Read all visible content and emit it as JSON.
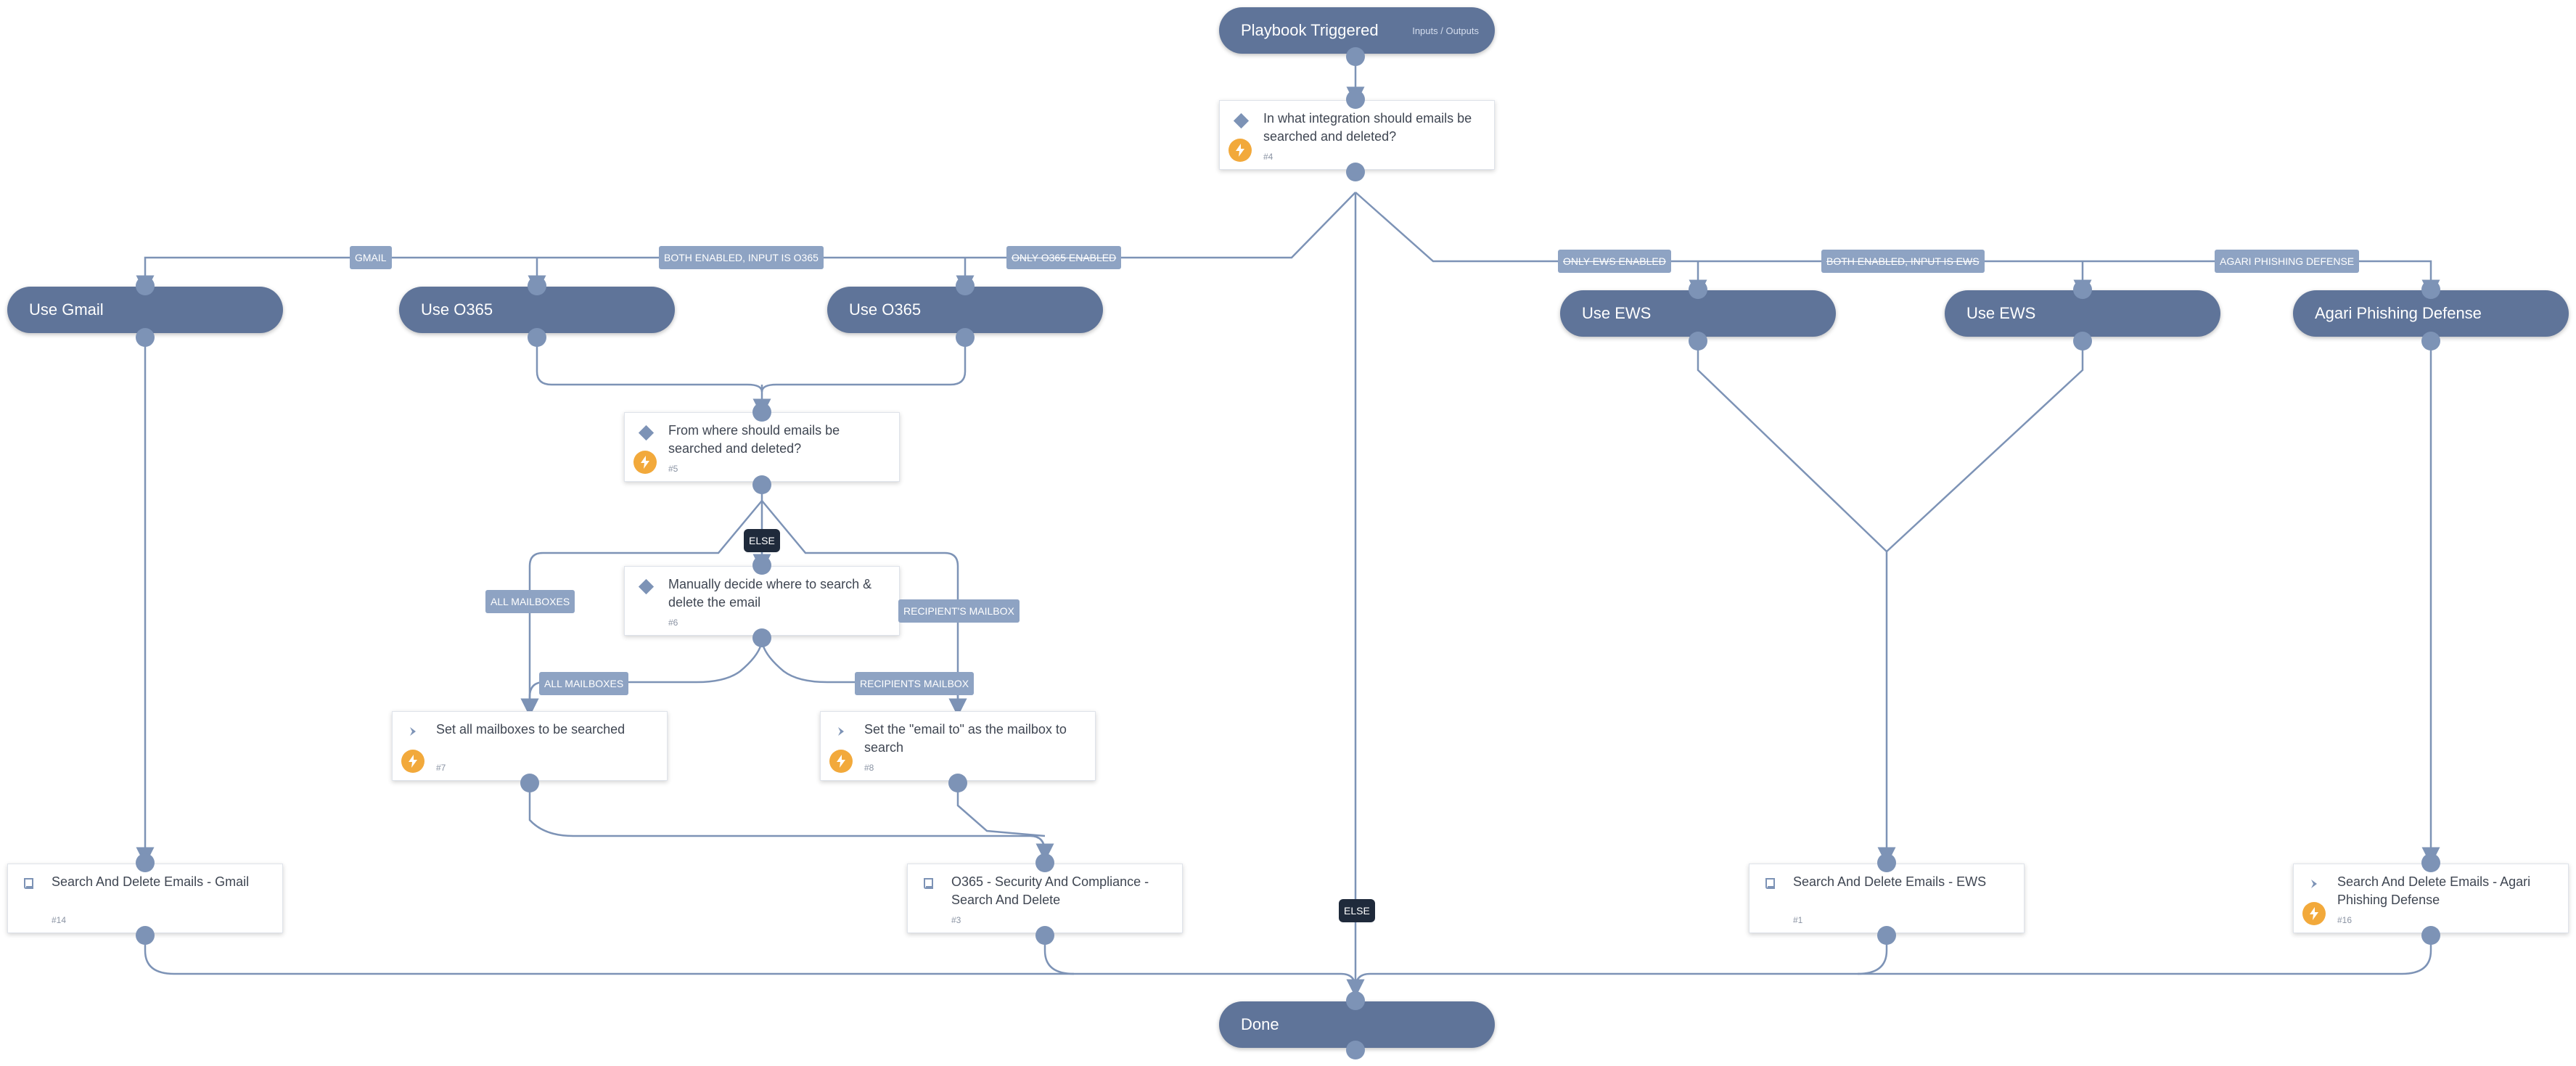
{
  "diagram": {
    "start": {
      "label": "Playbook Triggered",
      "extra": "Inputs / Outputs"
    },
    "end": {
      "label": "Done"
    },
    "tasks": {
      "t4": {
        "title": "In what integration should emails be searched and deleted?",
        "num": "#4"
      },
      "t5": {
        "title": "From where should emails be searched and deleted?",
        "num": "#5"
      },
      "t6": {
        "title": "Manually decide where to search & delete the email",
        "num": "#6"
      },
      "t7": {
        "title": "Set all mailboxes to be searched",
        "num": "#7"
      },
      "t8": {
        "title": "Set the \"email to\" as the mailbox to search",
        "num": "#8"
      },
      "t14": {
        "title": "Search And Delete Emails - Gmail",
        "num": "#14"
      },
      "t3": {
        "title": "O365 - Security And Compliance - Search And Delete",
        "num": "#3"
      },
      "t1": {
        "title": "Search And Delete Emails - EWS",
        "num": "#1"
      },
      "t16": {
        "title": "Search And Delete Emails - Agari Phishing Defense",
        "num": "#16"
      }
    },
    "sections": {
      "gmail": "Use Gmail",
      "o365_a": "Use O365",
      "o365_b": "Use O365",
      "ews_a": "Use EWS",
      "ews_b": "Use EWS",
      "agari": "Agari Phishing Defense"
    },
    "labels": {
      "gmail": "GMAIL",
      "both_o365": "BOTH ENABLED, INPUT IS O365",
      "only_o365": "ONLY O365 ENABLED",
      "only_ews": "ONLY EWS ENABLED",
      "both_ews": "BOTH ENABLED, INPUT IS EWS",
      "agari": "AGARI PHISHING DEFENSE",
      "else_top": "ELSE",
      "else_bottom": "ELSE",
      "all_mailboxes_a": "ALL MAILBOXES",
      "recipients_mailbox_a": "RECIPIENT'S MAILBOX",
      "all_mailboxes_b": "ALL MAILBOXES",
      "recipients_mailbox_b": "RECIPIENTS MAILBOX"
    },
    "colors": {
      "node": "#5f7499",
      "edge": "#7d93b6",
      "label": "#8ea3c3",
      "else": "#1f2a3b",
      "bolt": "#f2a93b"
    }
  }
}
